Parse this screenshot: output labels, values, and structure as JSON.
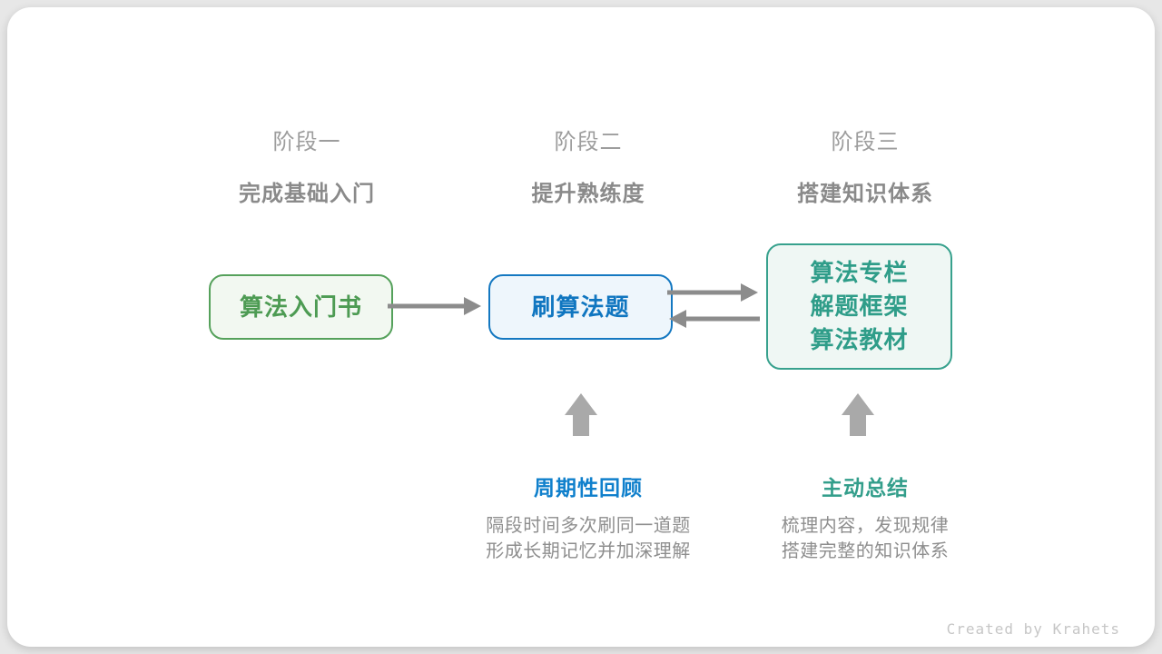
{
  "stages": [
    {
      "label": "阶段一",
      "title": "完成基础入门"
    },
    {
      "label": "阶段二",
      "title": "提升熟练度"
    },
    {
      "label": "阶段三",
      "title": "搭建知识体系"
    }
  ],
  "nodes": [
    {
      "id": "intro-book",
      "lines": [
        "算法入门书"
      ],
      "color": "#4d9b53",
      "border": "#55a15b",
      "fill": "#f2f8f1"
    },
    {
      "id": "practice-problems",
      "lines": [
        "刷算法题"
      ],
      "color": "#1076c0",
      "border": "#1478c1",
      "fill": "#eef6fc"
    },
    {
      "id": "knowledge-resources",
      "lines": [
        "算法专栏",
        "解题框架",
        "算法教材"
      ],
      "color": "#2f9d89",
      "border": "#37a18d",
      "fill": "#eff7f4"
    }
  ],
  "annotations": [
    {
      "title": "周期性回顾",
      "color": "#1080cc",
      "desc_line1": "隔段时间多次刷同一道题",
      "desc_line2": "形成长期记忆并加深理解"
    },
    {
      "title": "主动总结",
      "color": "#339e8b",
      "desc_line1": "梳理内容，发现规律",
      "desc_line2": "搭建完整的知识体系"
    }
  ],
  "arrows": {
    "connector_color": "#8c8c8c",
    "up_arrow_color": "#a9a9a9"
  },
  "credit": "Created by Krahets"
}
